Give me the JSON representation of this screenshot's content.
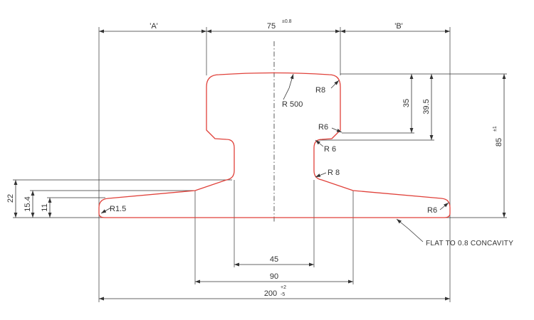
{
  "labels": {
    "zone_a": "'A'",
    "zone_b": "'B'",
    "top_width": "75",
    "top_width_tol": "±0.8",
    "height_35": "35",
    "height_39_5": "39.5",
    "height_85": "85",
    "height_85_tol": "±1",
    "left_22": "22",
    "left_15_4": "15.4",
    "left_11": "11",
    "web_45": "45",
    "base_90": "90",
    "base_200": "200",
    "base_200_tol_upper": "+2",
    "base_200_tol_lower": "-5",
    "r500": "R 500",
    "r8_top": "R8",
    "r6_upper": "R6",
    "r6_mid": "R 6",
    "r8_mid": "R 8",
    "r1_5": "R1.5",
    "r6_foot": "R6",
    "flat_note": "FLAT TO 0.8 CONCAVITY"
  },
  "colors": {
    "profile": "#e0413a",
    "dimension": "#333333"
  }
}
